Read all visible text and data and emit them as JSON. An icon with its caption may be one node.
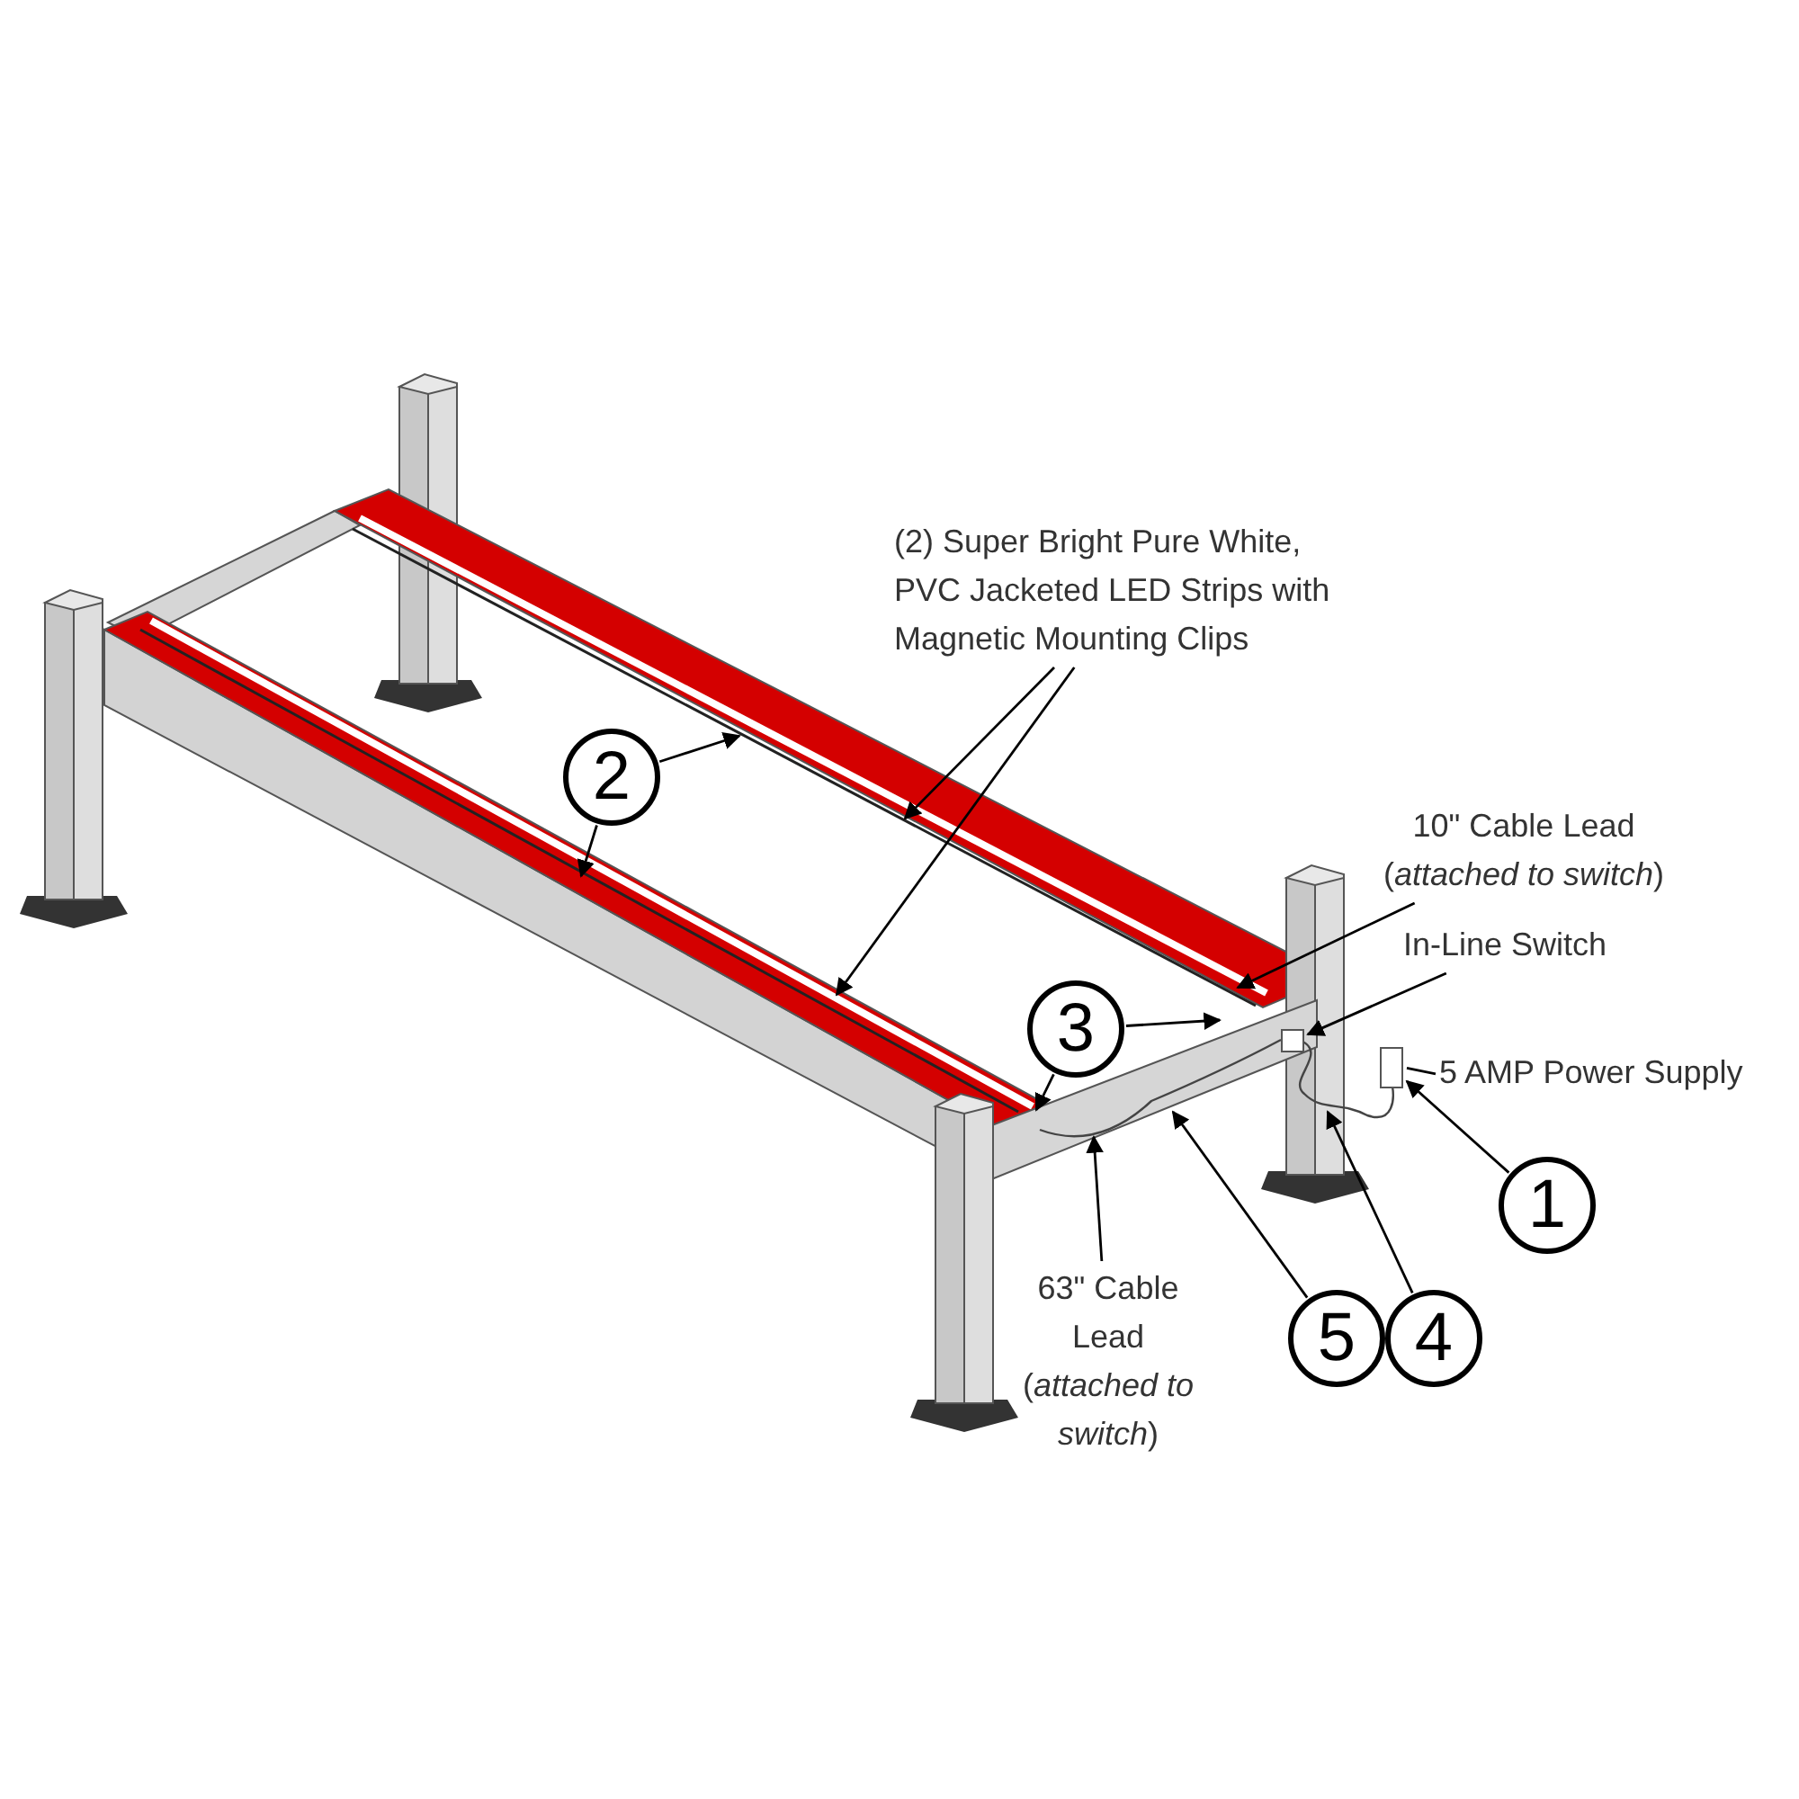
{
  "diagram": {
    "nodes": [
      {
        "text": [
          "(2) Super Bright Pure White, PVC Jacketed LED Strips with Magnetic Mounting Clips"
        ]
      },
      {
        "text": [
          "2"
        ]
      },
      {
        "text": [
          "3"
        ]
      },
      {
        "text": [
          "10\" Cable Lead",
          "(*attached to switch*)"
        ]
      },
      {
        "text": [
          "In-Line Switch"
        ]
      },
      {
        "text": [
          "5 AMP Power Supply"
        ]
      },
      {
        "text": [
          "1"
        ]
      },
      {
        "text": [
          "5"
        ]
      },
      {
        "text": [
          "4"
        ]
      },
      {
        "text": [
          "63\" Cable Lead (*attached to switch*)"
        ]
      },
      {
        "text": [],
        "shape": "box"
      },
      {
        "text": [],
        "shape": "box"
      }
    ],
    "edges": [
      {
        "from": 0,
        "to": null,
        "arrow": "to"
      },
      {
        "from": 0,
        "to": null,
        "arrow": "to"
      },
      {
        "from": 1,
        "to": null,
        "arrow": "to"
      },
      {
        "from": 1,
        "to": null,
        "arrow": "to"
      },
      {
        "from": 2,
        "to": null,
        "arrow": "to"
      },
      {
        "from": 2,
        "to": null,
        "arrow": "to"
      },
      {
        "from": 3,
        "to": null,
        "arrow": "to"
      },
      {
        "from": 4,
        "to": 10,
        "arrow": "to"
      },
      {
        "from": 5,
        "to": 11,
        "arrow": "none"
      },
      {
        "from": 6,
        "to": 11,
        "arrow": "to"
      },
      {
        "from": 7,
        "to": null,
        "arrow": "to"
      },
      {
        "from": 8,
        "to": null,
        "arrow": "to"
      },
      {
        "from": 9,
        "to": null,
        "arrow": "to"
      }
    ]
  }
}
